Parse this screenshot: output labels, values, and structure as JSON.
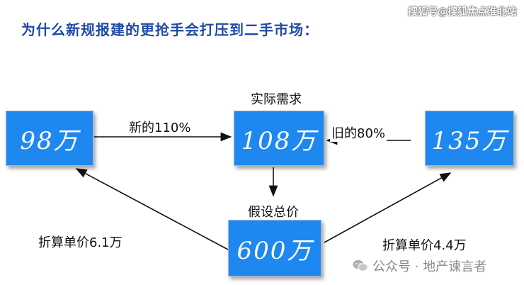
{
  "title": "为什么新规报建的更抢手会打压到二手市场：",
  "watermark_top": "搜狐号@搜狐焦点淮北站",
  "watermark_bottom": "公众号 · 地产谏言者",
  "boxes": {
    "left": "98万",
    "center": "108万",
    "right": "135万",
    "bottom": "600万"
  },
  "labels": {
    "actual_demand": "实际需求",
    "new_ratio": "新的110%",
    "old_ratio": "旧的80%",
    "assumed_total": "假设总价",
    "unit_price_left": "折算单价6.1万",
    "unit_price_right": "折算单价4.4万"
  },
  "colors": {
    "box_fill": "#1e88f0",
    "title": "#1f4aa8"
  }
}
